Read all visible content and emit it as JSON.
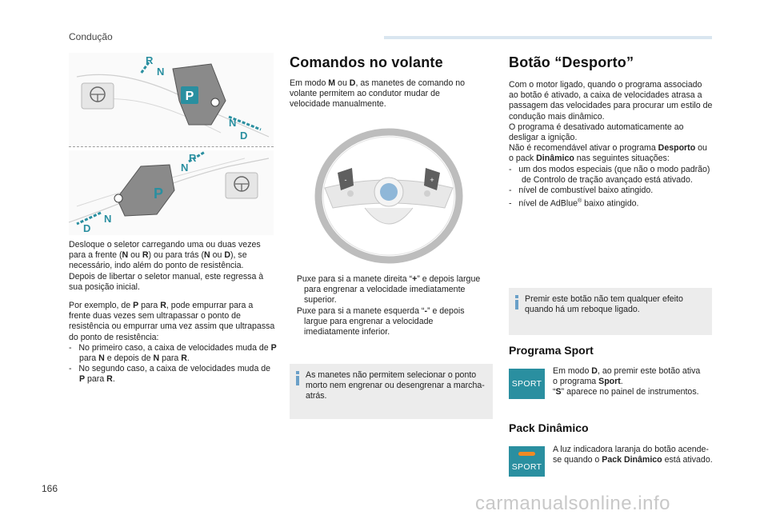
{
  "header": {
    "title": "Condução",
    "bar_color": "#d9e6f0"
  },
  "page_number": "166",
  "watermark": "carmanualsonline.info",
  "left": {
    "p1": "Desloque o seletor carregando uma ou duas vezes para a frente (N ou R) ou para trás (N ou D), se necessário, indo além do ponto de resistência.",
    "p1_parts": [
      "Desloque o seletor carregando uma ou duas vezes para a frente (",
      "N",
      " ou ",
      "R",
      ") ou para trás (",
      "N",
      " ou ",
      "D",
      "), se necessário, indo além do ponto de resistência."
    ],
    "p2": "Depois de libertar o seletor manual, este regressa à sua posição inicial.",
    "p3_parts": [
      "Por exemplo, de ",
      "P",
      " para ",
      "R",
      ", pode empurrar para a frente duas vezes sem ultrapassar o ponto de resistência ou empurrar uma vez assim que ultrapassa do ponto de resistência:"
    ],
    "list": [
      {
        "parts": [
          "-",
          "No primeiro caso, a caixa de velocidades muda de ",
          "P",
          " para ",
          "N",
          " e depois de ",
          "N",
          " para ",
          "R",
          "."
        ]
      },
      {
        "parts": [
          "-",
          "No segundo caso, a caixa de velocidades muda de ",
          "P",
          " para ",
          "R",
          "."
        ]
      }
    ],
    "figure_labels": {
      "top": [
        "R",
        "N",
        "P",
        "N",
        "D"
      ],
      "bottom": [
        "R",
        "N",
        "P",
        "N",
        "D"
      ]
    }
  },
  "middle": {
    "title": "Comandos no volante",
    "intro_parts": [
      "Em modo ",
      "M",
      " ou ",
      "D",
      ", as manetes de comando no volante permitem ao condutor mudar de velocidade manualmente."
    ],
    "bullets": [
      {
        "icon": "",
        "parts": [
          "Puxe para si a manete direita “",
          "+",
          "” e depois largue para engrenar a velocidade imediatamente superior."
        ]
      },
      {
        "icon": "",
        "parts": [
          "Puxe para si a manete esquerda “",
          "-",
          "” e depois largue para engrenar a velocidade imediatamente inferior."
        ]
      }
    ],
    "note": "As manetes não permitem selecionar o ponto morto nem engrenar ou desengrenar a marcha-atrás.",
    "wheel_labels": {
      "plus": "+",
      "minus": "-"
    }
  },
  "right": {
    "title": "Botão “Desporto”",
    "p1": "Com o motor ligado, quando o programa associado ao botão é ativado, a caixa de velocidades atrasa a passagem das velocidades para procurar um estilo de condução mais dinâmico.",
    "p2": "O programa é desativado automaticamente ao desligar a ignição.",
    "p3_parts": [
      "Não é recomendável ativar o programa ",
      "Desporto",
      " ou o pack ",
      "Dinâmico",
      " nas seguintes situações:"
    ],
    "list": [
      {
        "parts": [
          "-",
          "um dos modos especiais (que não o modo padrão) de Controlo de tração avançado está ativado."
        ]
      },
      {
        "parts": [
          "-",
          "nível de combustível baixo atingido."
        ]
      },
      {
        "parts": [
          "-",
          "nível de AdBlue",
          "®",
          " baixo atingido."
        ]
      }
    ],
    "note": "Premir este botão não tem qualquer efeito quando há um reboque ligado.",
    "sport_title": "Programa Sport",
    "sport_button_label": "SPORT",
    "sport_text_parts": [
      "Em modo ",
      "D",
      ", ao premir este botão ativa o programa ",
      "Sport",
      ".",
      "“",
      "S",
      "” aparece no painel de instrumentos."
    ],
    "pack_title": "Pack Dinâmico",
    "pack_button_label": "SPORT",
    "pack_text_parts": [
      "A luz indicadora laranja do botão acende-se quando o ",
      "Pack Dinâmico",
      " está ativado."
    ],
    "colors": {
      "sport_button": "#2a8fa0",
      "led": "#f08a24",
      "note_bg": "#ececec",
      "info_icon": "#6aa0c8"
    }
  }
}
